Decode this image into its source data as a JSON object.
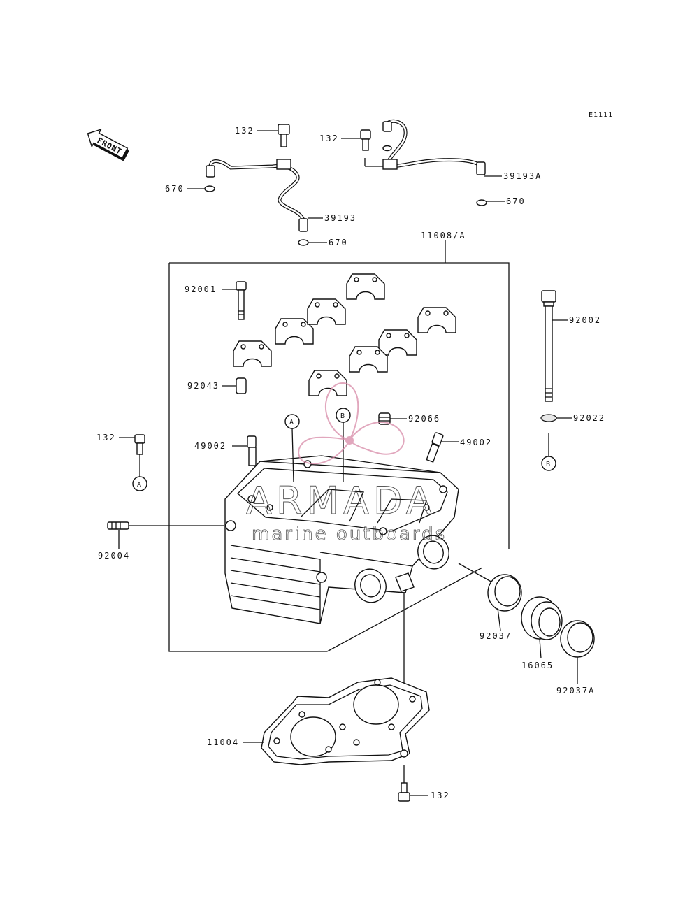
{
  "diagram_code": "E1111",
  "front_label": "FRONT",
  "labels": {
    "p132_top_left": "132",
    "p132_top_right": "132",
    "p39193A": "39193A",
    "p670_left": "670",
    "p670_right": "670",
    "p39193": "39193",
    "p670_mid": "670",
    "p11008A": "11008/A",
    "p92001": "92001",
    "p92002": "92002",
    "p92043": "92043",
    "p92066": "92066",
    "p132_left": "132",
    "p49002_left": "49002",
    "p49002_right": "49002",
    "p92022": "92022",
    "p92004": "92004",
    "p92037": "92037",
    "p16065": "16065",
    "p92037A": "92037A",
    "p11004": "11004",
    "p132_bottom": "132"
  },
  "callouts": {
    "a_left": "A",
    "a_head": "A",
    "b_head": "B",
    "b_right": "B"
  },
  "watermark": {
    "name": "ARMADA",
    "tagline": "marine outboards",
    "accent_color": "#d88aa8"
  }
}
